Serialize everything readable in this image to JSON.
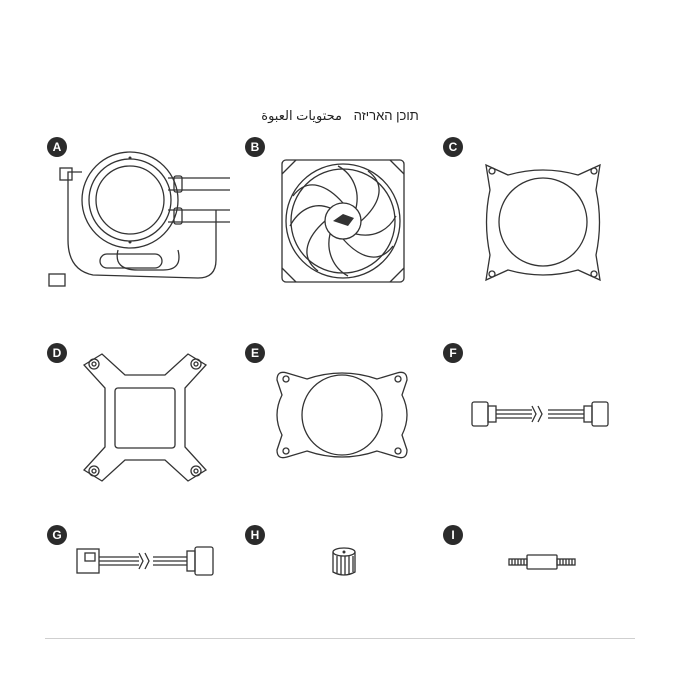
{
  "header": {
    "title_hebrew": "תוכן האריזה",
    "title_arabic": "محتويات العبوة"
  },
  "items": [
    {
      "letter": "A",
      "icon": "aio-pump-with-tubes-icon"
    },
    {
      "letter": "B",
      "icon": "radiator-fan-icon"
    },
    {
      "letter": "C",
      "icon": "backplate-bracket-c-icon"
    },
    {
      "letter": "D",
      "icon": "intel-backplate-icon"
    },
    {
      "letter": "E",
      "icon": "amd-bracket-icon"
    },
    {
      "letter": "F",
      "icon": "argb-cable-icon"
    },
    {
      "letter": "G",
      "icon": "fan-cable-icon"
    },
    {
      "letter": "H",
      "icon": "thumb-screw-icon"
    },
    {
      "letter": "I",
      "icon": "standoff-screw-icon"
    }
  ]
}
